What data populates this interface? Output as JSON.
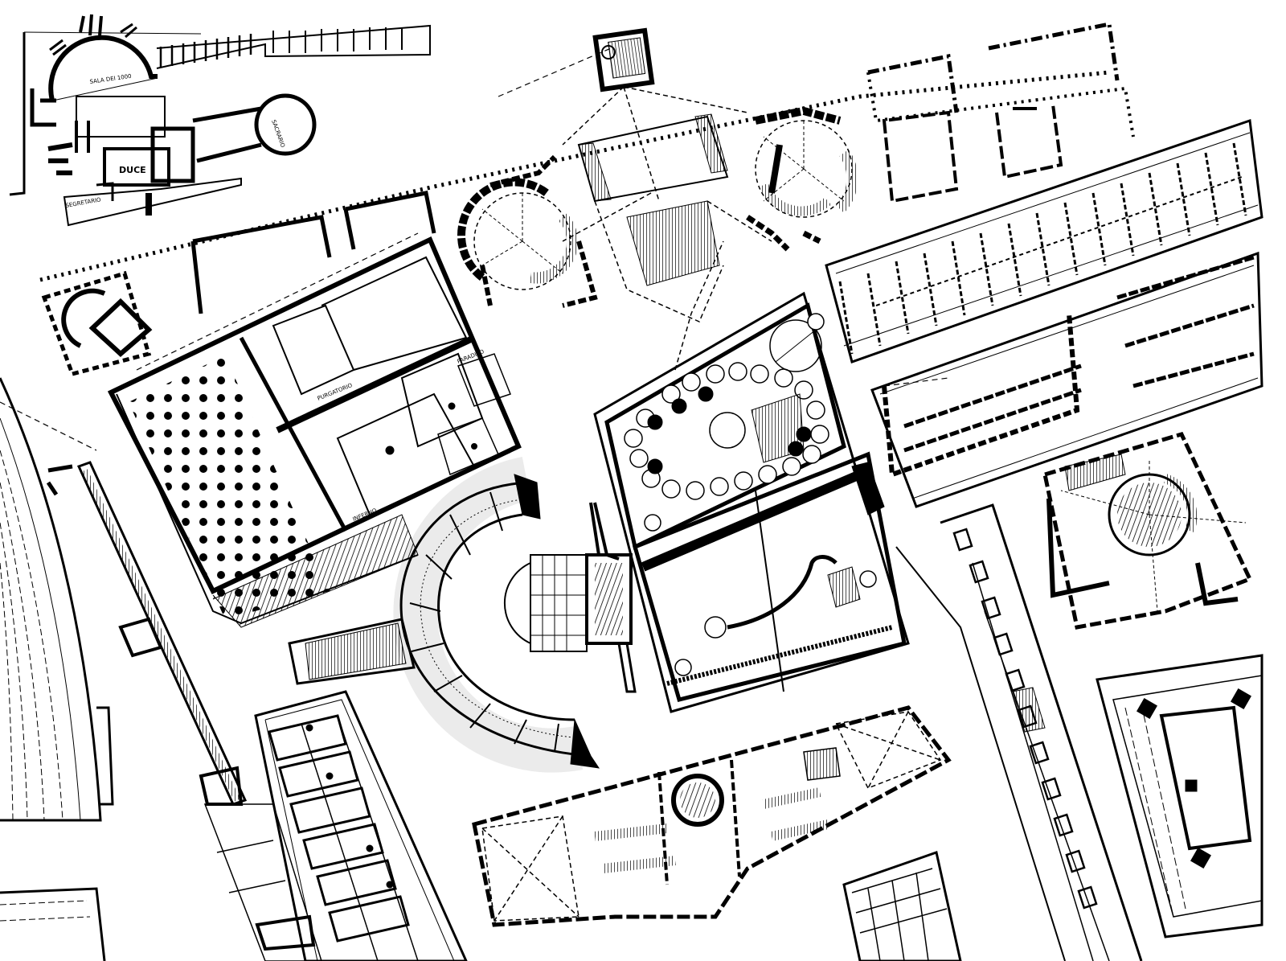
{
  "drawing": {
    "ink_color": "#000000",
    "paper_color": "#ffffff",
    "labels": {
      "sala": "SALA DEI 1000",
      "duce": "DUCE",
      "sacrario": "SACRARIO",
      "segretario": "SEGRETARIO",
      "purgatorio": "PURGATORIO",
      "inferno": "INFERNO",
      "paradiso": "PARADISO"
    }
  }
}
